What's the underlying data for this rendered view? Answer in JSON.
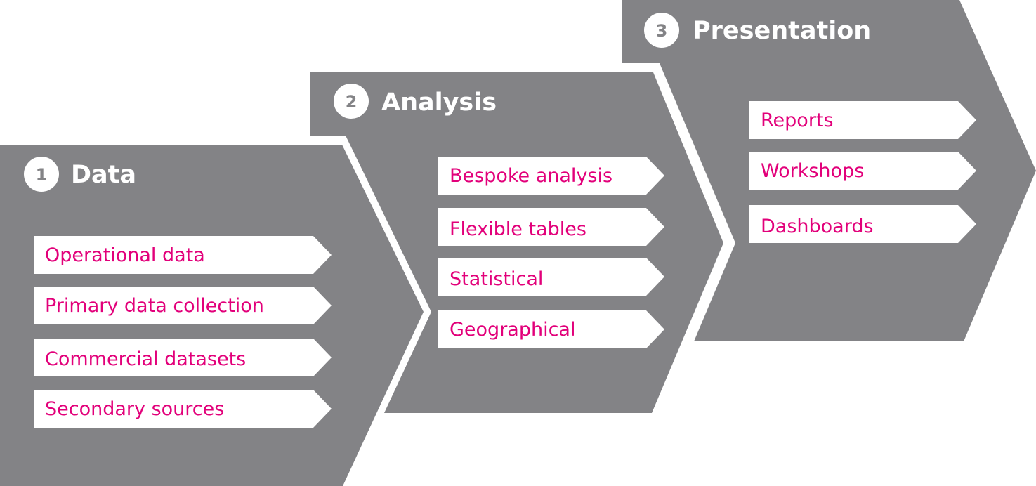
{
  "colors": {
    "panel": "#838386",
    "item_background": "#ffffff",
    "item_text": "#e2007a",
    "title_text": "#ffffff"
  },
  "stages": [
    {
      "number": "1",
      "title": "Data",
      "items": [
        "Operational data",
        "Primary data collection",
        "Commercial datasets",
        "Secondary sources"
      ]
    },
    {
      "number": "2",
      "title": "Analysis",
      "items": [
        "Bespoke analysis",
        "Flexible tables",
        "Statistical",
        "Geographical"
      ]
    },
    {
      "number": "3",
      "title": "Presentation",
      "items": [
        "Reports",
        "Workshops",
        "Dashboards"
      ]
    }
  ]
}
